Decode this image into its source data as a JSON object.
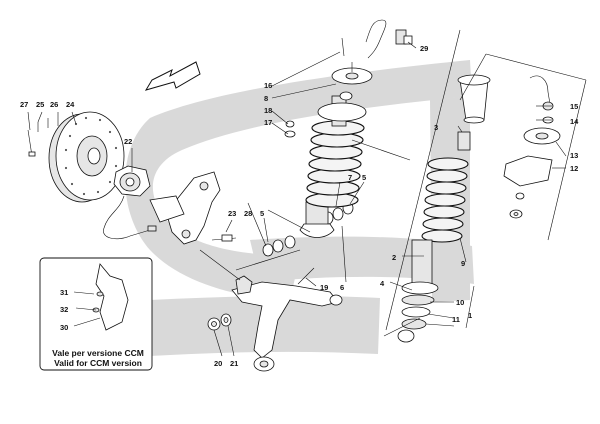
{
  "labels": [
    {
      "id": "1",
      "text": "1"
    },
    {
      "id": "2",
      "text": "2"
    },
    {
      "id": "3",
      "text": "3"
    },
    {
      "id": "4",
      "text": "4"
    },
    {
      "id": "5a",
      "text": "5"
    },
    {
      "id": "5b",
      "text": "5"
    },
    {
      "id": "6",
      "text": "6"
    },
    {
      "id": "7",
      "text": "7"
    },
    {
      "id": "8",
      "text": "8"
    },
    {
      "id": "9",
      "text": "9"
    },
    {
      "id": "10",
      "text": "10"
    },
    {
      "id": "11",
      "text": "11"
    },
    {
      "id": "12",
      "text": "12"
    },
    {
      "id": "13",
      "text": "13"
    },
    {
      "id": "14",
      "text": "14"
    },
    {
      "id": "15",
      "text": "15"
    },
    {
      "id": "16",
      "text": "16"
    },
    {
      "id": "17",
      "text": "17"
    },
    {
      "id": "18",
      "text": "18"
    },
    {
      "id": "19",
      "text": "19"
    },
    {
      "id": "20",
      "text": "20"
    },
    {
      "id": "21",
      "text": "21"
    },
    {
      "id": "22",
      "text": "22"
    },
    {
      "id": "23",
      "text": "23"
    },
    {
      "id": "24",
      "text": "24"
    },
    {
      "id": "25",
      "text": "25"
    },
    {
      "id": "26",
      "text": "26"
    },
    {
      "id": "27",
      "text": "27"
    },
    {
      "id": "28",
      "text": "28"
    },
    {
      "id": "29",
      "text": "29"
    },
    {
      "id": "30",
      "text": "30"
    },
    {
      "id": "31",
      "text": "31"
    },
    {
      "id": "32",
      "text": "32"
    }
  ],
  "inset": {
    "caption_line1": "Vale per versione CCM",
    "caption_line2": "Valid for CCM version"
  },
  "colors": {
    "watermark": "#d9d9d9",
    "ink": "#111111"
  }
}
